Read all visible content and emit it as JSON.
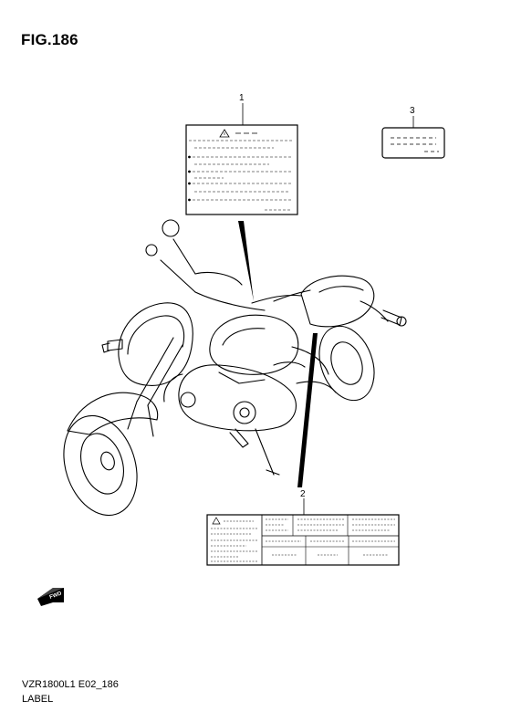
{
  "figure": {
    "title": "FIG.186"
  },
  "footer": {
    "model_code": "VZR1800L1 E02_186",
    "section": "LABEL"
  },
  "callouts": {
    "label_1": "1",
    "label_2": "2",
    "label_3": "3"
  },
  "icons": {
    "forward_arrow": "FWD"
  },
  "colors": {
    "line": "#000000",
    "background": "#ffffff"
  }
}
